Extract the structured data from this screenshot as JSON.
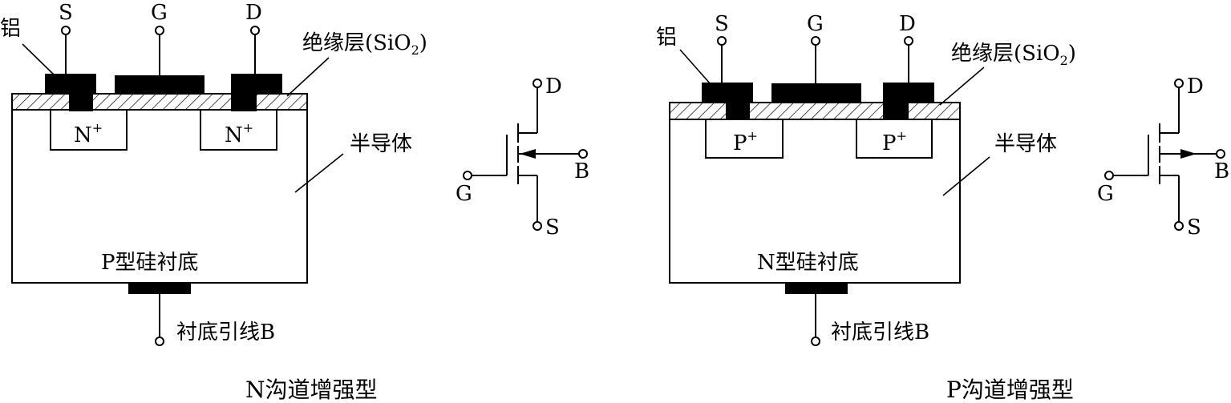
{
  "left": {
    "terminal_s": "S",
    "terminal_g": "G",
    "terminal_d": "D",
    "aluminum": "铝",
    "insulator": "绝缘层(SiO",
    "insulator_sub": "2",
    "insulator_close": ")",
    "region_base": "N",
    "region_sup": "+",
    "semiconductor": "半导体",
    "substrate": "P型硅衬底",
    "substrate_lead": "衬底引线B",
    "symbol_d": "D",
    "symbol_g": "G",
    "symbol_s": "S",
    "symbol_b": "B",
    "caption": "N沟道增强型"
  },
  "right": {
    "terminal_s": "S",
    "terminal_g": "G",
    "terminal_d": "D",
    "aluminum": "铝",
    "insulator": "绝缘层(SiO",
    "insulator_sub": "2",
    "insulator_close": ")",
    "region_base": "P",
    "region_sup": "+",
    "semiconductor": "半导体",
    "substrate": "N型硅衬底",
    "substrate_lead": "衬底引线B",
    "symbol_d": "D",
    "symbol_g": "G",
    "symbol_s": "S",
    "symbol_b": "B",
    "caption": "P沟道增强型"
  }
}
